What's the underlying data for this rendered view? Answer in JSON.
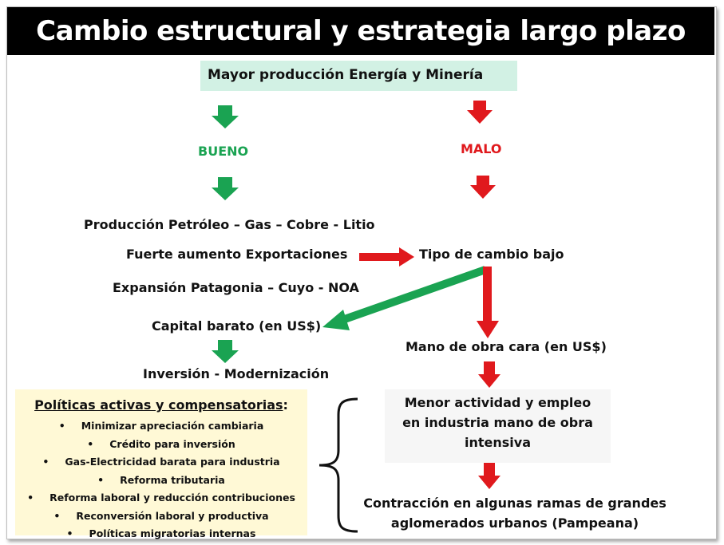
{
  "title": "Cambio estructural y estrategia largo plazo",
  "top_box": "Mayor producción Energía y Minería",
  "good": {
    "label": "BUENO",
    "items": [
      "Producción Petróleo – Gas – Cobre - Litio",
      "Fuerte aumento Exportaciones",
      "Expansión Patagonia – Cuyo - NOA",
      "Capital barato (en US$)",
      "Inversión - Modernización"
    ]
  },
  "bad": {
    "label": "MALO",
    "items": [
      "Tipo de cambio bajo",
      "Mano de obra cara (en US$)",
      "Menor actividad y empleo en industria mano de obra intensiva",
      "Contracción en algunas ramas de grandes aglomerados urbanos (Pampeana)"
    ],
    "industry_lines": [
      "Menor actividad y empleo",
      "en industria mano de obra",
      "intensiva"
    ],
    "contraction_lines": [
      "Contracción en algunas ramas de grandes",
      "aglomerados urbanos (Pampeana)"
    ]
  },
  "policies": {
    "heading": "Políticas activas y compensatorias",
    "heading_suffix": ":",
    "bullet": "•",
    "items": [
      "Minimizar apreciación cambiaria",
      "Crédito para inversión",
      "Gas-Electricidad barata para industria",
      "Reforma tributaria",
      "Reforma laboral y reducción contribuciones",
      "Reconversión laboral y productiva",
      "Políticas migratorias internas"
    ]
  },
  "colors": {
    "title_bg": "#000000",
    "title_fg": "#ffffff",
    "top_box_bg": "#d2f1e4",
    "good": "#1aa352",
    "bad": "#e0191d",
    "policy_bg": "#fff9d6"
  },
  "icons": [
    "down-arrow-icon",
    "right-arrow-icon",
    "diagonal-arrow-icon",
    "curly-brace-icon"
  ]
}
